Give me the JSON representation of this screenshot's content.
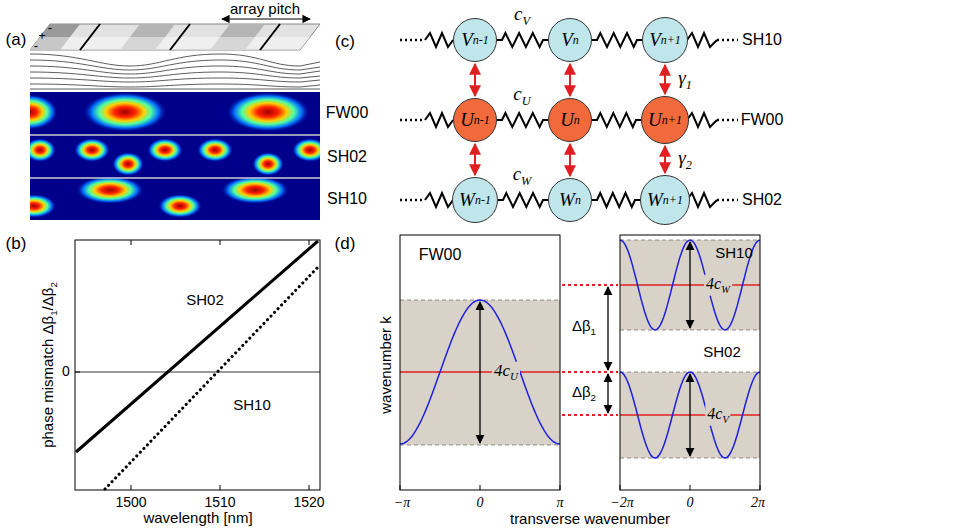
{
  "diagram": {
    "nodes": [
      {
        "text": [
          "V",
          "n-1"
        ]
      },
      {
        "text": [
          "V",
          "n"
        ]
      },
      {
        "text": [
          "V",
          "n+1"
        ]
      },
      {
        "text": [
          "U",
          "n-1"
        ]
      },
      {
        "text": [
          "U",
          "n"
        ]
      },
      {
        "text": [
          "U",
          "n+1"
        ]
      },
      {
        "text": [
          "W",
          "n-1"
        ]
      },
      {
        "text": [
          "W",
          "n"
        ]
      },
      {
        "text": [
          "W",
          "n+1"
        ]
      }
    ],
    "edges": [
      {
        "from": 0,
        "to": 1,
        "arrow": "none"
      },
      {
        "from": 1,
        "to": 2,
        "arrow": "none"
      },
      {
        "from": 3,
        "to": 4,
        "arrow": "none"
      },
      {
        "from": 4,
        "to": 5,
        "arrow": "none"
      },
      {
        "from": 6,
        "to": 7,
        "arrow": "none"
      },
      {
        "from": 7,
        "to": 8,
        "arrow": "none"
      },
      {
        "from": 0,
        "to": 3,
        "arrow": "both"
      },
      {
        "from": 1,
        "to": 4,
        "arrow": "both"
      },
      {
        "from": 2,
        "to": 5,
        "arrow": "both"
      },
      {
        "from": 3,
        "to": 6,
        "arrow": "both"
      },
      {
        "from": 4,
        "to": 7,
        "arrow": "both"
      },
      {
        "from": 5,
        "to": 8,
        "arrow": "both"
      }
    ],
    "labels": [
      "(a)",
      "array pitch",
      "-",
      "+",
      "-",
      "FW00",
      "SH02",
      "SH10",
      "(b)",
      "phase mismatch Δβ",
      "1",
      "/Δβ",
      "2",
      "1500",
      "1510",
      "1520",
      "0",
      "wavelength [nm]",
      "SH02",
      "SH10",
      "(c)",
      "c",
      "V",
      "c",
      "U",
      "c",
      "W",
      "γ",
      "1",
      "γ",
      "2",
      "SH10",
      "FW00",
      "SH02",
      "(d)",
      "FW00",
      "4c",
      "U",
      "Δβ",
      "1",
      "Δβ",
      "2",
      "SH10",
      "4c",
      "W",
      "SH02",
      "4c",
      "V",
      "wavenumber k",
      "−π",
      "0",
      "π",
      "−2π",
      "0",
      "2π",
      "transverse wavenumber"
    ]
  }
}
